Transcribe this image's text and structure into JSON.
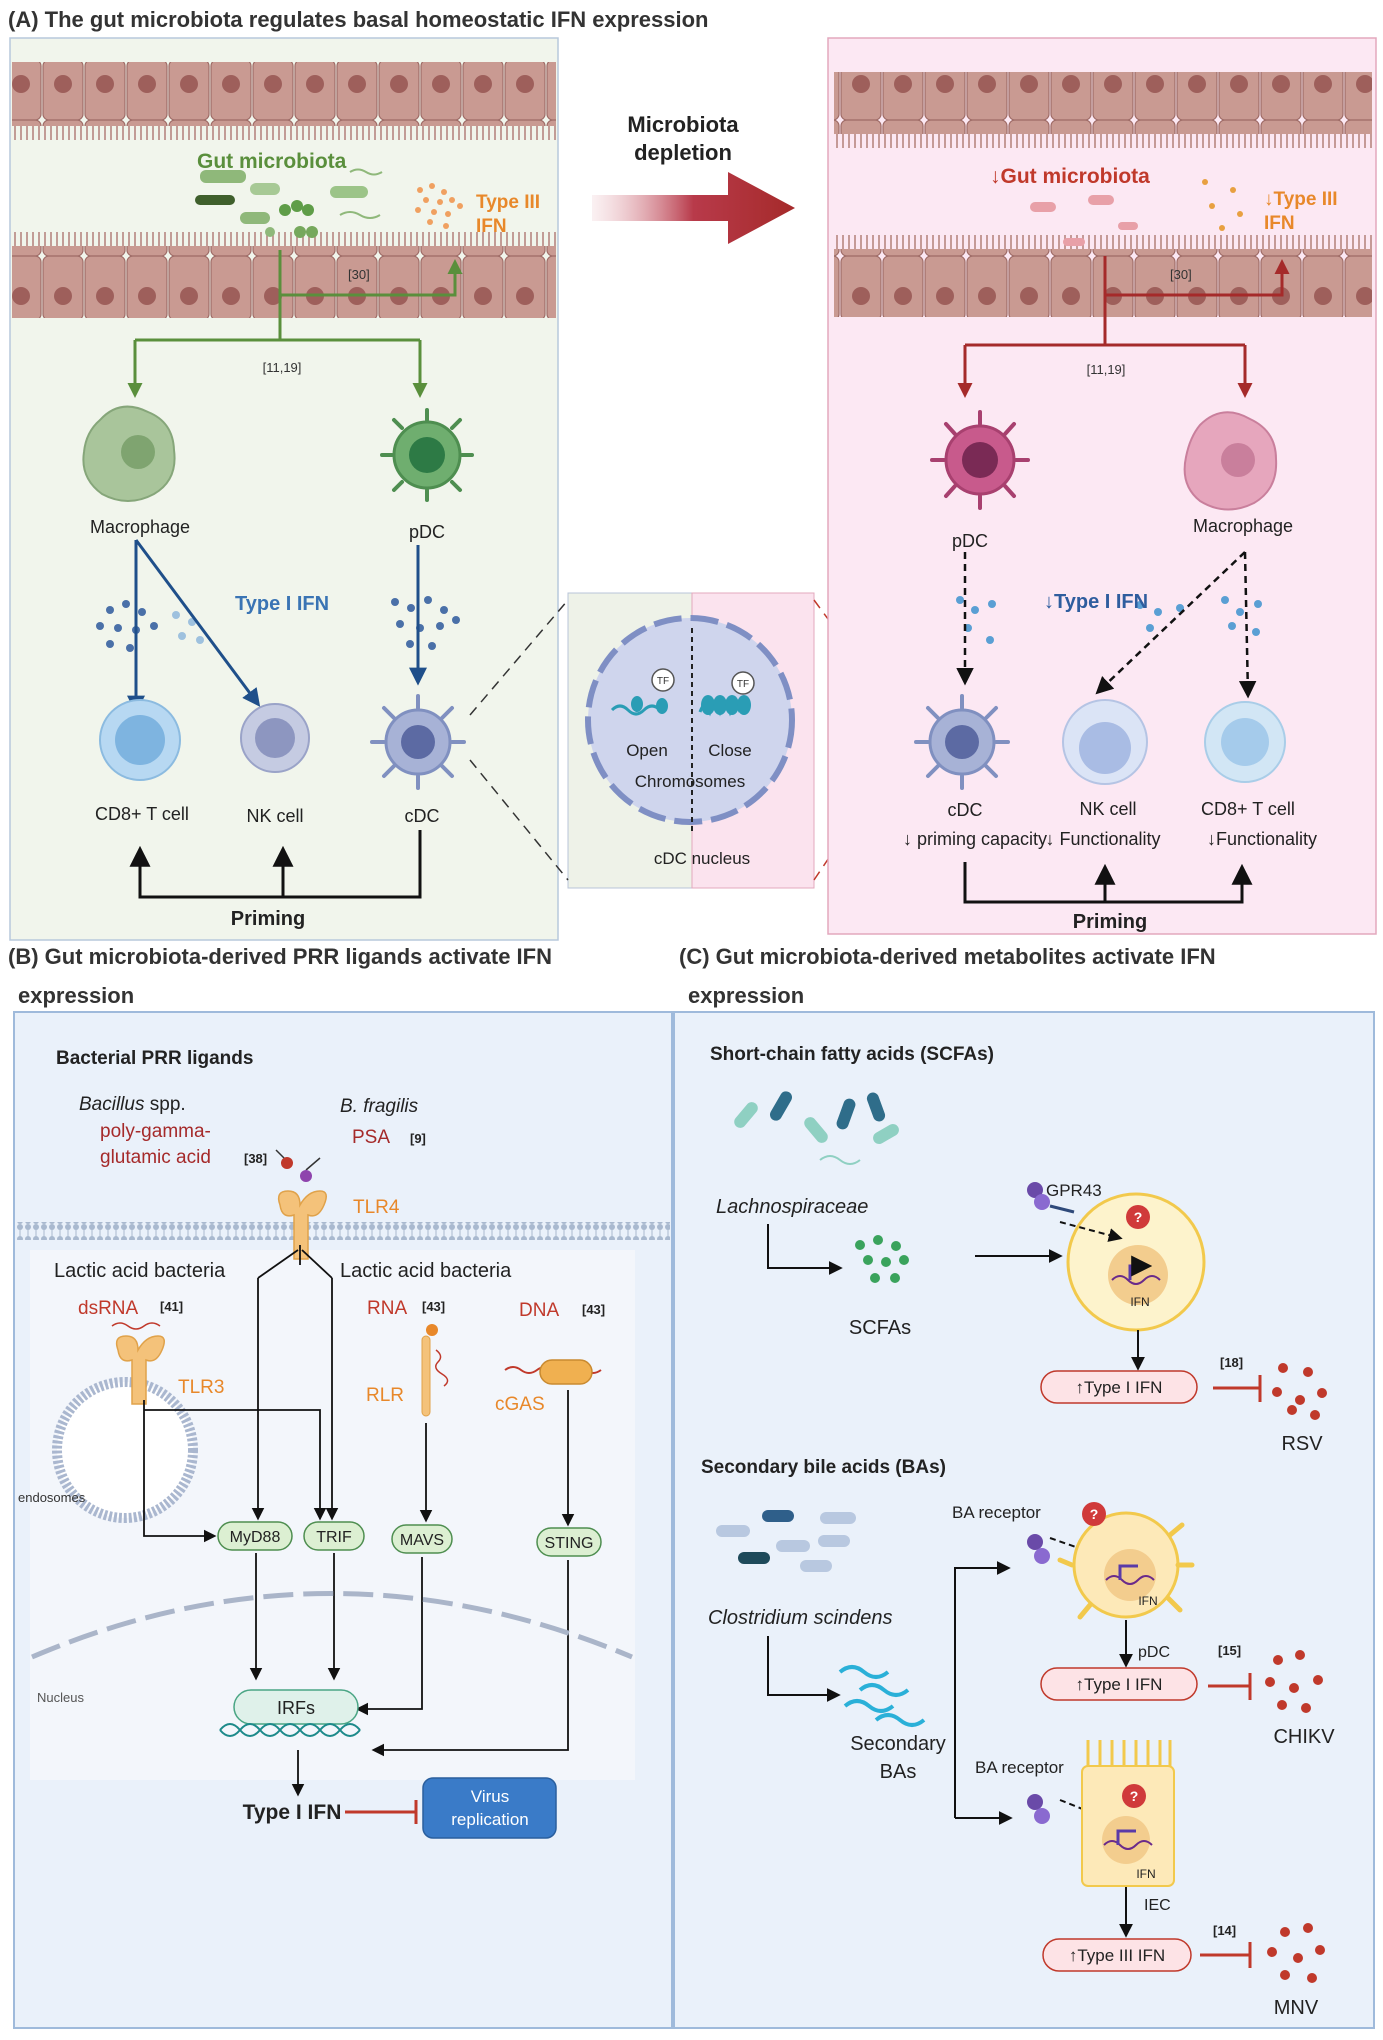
{
  "panelA": {
    "title": "(A) The gut microbiota regulates basal homeostatic IFN expression",
    "gut_microbiota": "Gut microbiota",
    "type3_line1": "Type III",
    "type3_line2": "IFN",
    "ref30": "[30]",
    "ref11_19": "[11,19]",
    "macrophage": "Macrophage",
    "pdc": "pDC",
    "type1_ifn": "Type I IFN",
    "cd8": "CD8+ T cell",
    "nk": "NK cell",
    "cdc": "cDC",
    "priming": "Priming",
    "depletion_line1": "Microbiota",
    "depletion_line2": "depletion",
    "gut_microbiota_down": "↓Gut microbiota",
    "type3_down_line1": "↓Type III",
    "type3_down_line2": "IFN",
    "type1_down": "↓Type I IFN",
    "priming_capacity": "↓ priming capacity",
    "nk_functionality": "↓ Functionality",
    "cd8_functionality": "↓Functionality",
    "nucleus": {
      "tf": "TF",
      "open": "Open",
      "close": "Close",
      "chromosomes": "Chromosomes",
      "label": "cDC nucleus"
    }
  },
  "panelB": {
    "title_line1": "(B) Gut microbiota-derived PRR ligands activate IFN",
    "title_line2": "expression",
    "bacterial_ligands": "Bacterial PRR ligands",
    "bacillus": "Bacillus",
    "spp": "spp.",
    "pga_line1": "poly-gamma-",
    "pga_line2": "glutamic acid",
    "ref38": "[38]",
    "bfragilis": "B. fragilis",
    "psa": "PSA",
    "ref9": "[9]",
    "tlr4": "TLR4",
    "lab_left": "Lactic acid bacteria",
    "lab_right": "Lactic acid bacteria",
    "dsrna": "dsRNA",
    "ref41": "[41]",
    "rna": "RNA",
    "ref43a": "[43]",
    "dna": "DNA",
    "ref43b": "[43]",
    "tlr3": "TLR3",
    "rlr": "RLR",
    "cgas": "cGAS",
    "endosomes": "endosomes",
    "myd88": "MyD88",
    "trif": "TRIF",
    "mavs": "MAVS",
    "sting": "STING",
    "nucleus": "Nucleus",
    "irfs": "IRFs",
    "type1_ifn": "Type I IFN",
    "virus_line1": "Virus",
    "virus_line2": "replication"
  },
  "panelC": {
    "title_line1": "(C) Gut microbiota-derived metabolites activate IFN",
    "title_line2": "expression",
    "scfa_title": "Short-chain fatty acids  (SCFAs)",
    "lachno": "Lachnospiraceae",
    "scfas": "SCFAs",
    "gpr43": "GPR43",
    "ifn_small": "IFN",
    "type1_up_a": "↑Type I IFN",
    "ref18": "[18]",
    "rsv": "RSV",
    "ba_title": "Secondary bile acids (BAs)",
    "clostridium": "Clostridium scindens",
    "sec_line1": "Secondary",
    "sec_line2": "BAs",
    "ba_receptor_a": "BA receptor",
    "ba_receptor_b": "BA receptor",
    "pdc": "pDC",
    "type1_up_b": "↑Type I IFN",
    "ref15": "[15]",
    "chikv": "CHIKV",
    "iec": "IEC",
    "type3_up": "↑Type III IFN",
    "ref14": "[14]",
    "mnv": "MNV",
    "question": "?"
  },
  "colors": {
    "green": "#5a8f3c",
    "red": "#a52a2a",
    "orange": "#e8882a",
    "blue": "#3a74b4",
    "panel_pink": "#fce8f3",
    "panel_green": "#f1f5ec",
    "panel_blue": "#eaf1fa"
  }
}
